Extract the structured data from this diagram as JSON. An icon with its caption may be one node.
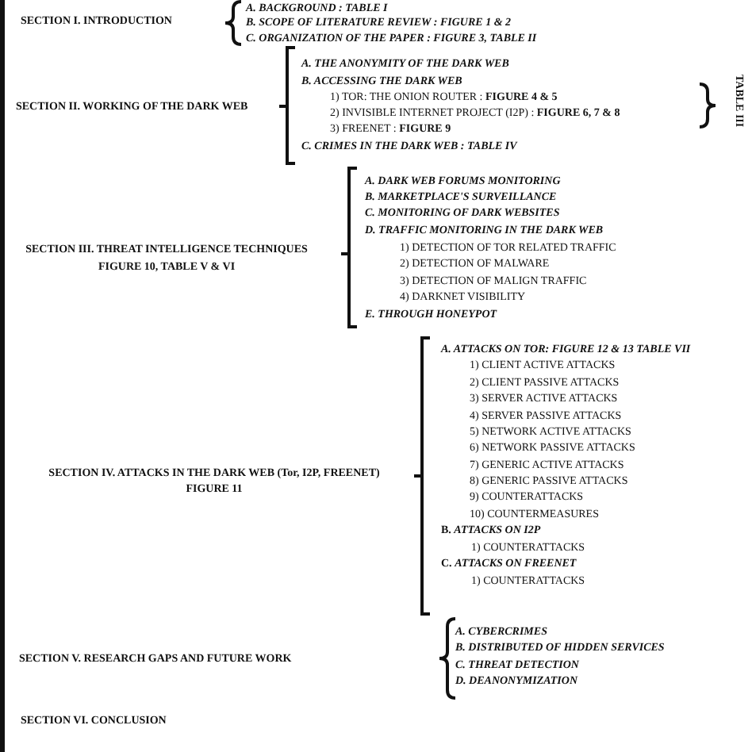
{
  "diagram": {
    "labels": [
      "SECTION I. INTRODUCTION",
      "A. BACKGROUND : TABLE I",
      "B. SCOPE OF LITERATURE REVIEW : FIGURE 1 & 2",
      "C. ORGANIZATION OF THE PAPER : FIGURE 3, TABLE II",
      "SECTION II. WORKING OF THE DARK WEB",
      "A. THE ANONYMITY OF THE DARK WEB",
      "B. ACCESSING THE DARK WEB",
      "1) TOR: THE ONION ROUTER : **FIGURE 4 & 5**",
      "2) INVISIBLE INTERNET PROJECT (I2P) : **FIGURE 6, 7 & 8**",
      "3) FREENET : **FIGURE 9**",
      "C. CRIMES IN THE DARK WEB : TABLE IV",
      "TABLE III",
      "SECTION III. THREAT INTELLIGENCE TECHNIQUES",
      "FIGURE 10, TABLE V & VI",
      "A. DARK WEB FORUMS MONITORING",
      "B. MARKETPLACE'S SURVEILLANCE",
      "C. MONITORING OF DARK WEBSITES",
      "D. TRAFFIC MONITORING IN THE DARK WEB",
      "1) DETECTION OF TOR RELATED TRAFFIC",
      "2) DETECTION OF MALWARE",
      "3) DETECTION OF MALIGN TRAFFIC",
      "4) DARKNET VISIBILITY",
      "E. THROUGH HONEYPOT",
      "SECTION IV. ATTACKS IN THE DARK WEB (Tor, I2P, FREENET)",
      "FIGURE 11",
      "A. ATTACKS ON TOR: FIGURE 12 & 13 TABLE VII",
      "1) CLIENT ACTIVE ATTACKS",
      "2) CLIENT PASSIVE ATTACKS",
      "3) SERVER ACTIVE ATTACKS",
      "4) SERVER PASSIVE ATTACKS",
      "5) NETWORK ACTIVE ATTACKS",
      "6) NETWORK PASSIVE ATTACKS",
      "7) GENERIC ACTIVE ATTACKS",
      "8) GENERIC PASSIVE ATTACKS",
      "9) COUNTERATTACKS",
      "10) COUNTERMEASURES",
      "B. *ATTACKS ON I2P*",
      "1) COUNTERATTACKS",
      "C. *ATTACKS ON FREENET*",
      "1) COUNTERATTACKS",
      "SECTION V. RESEARCH GAPS AND FUTURE WORK",
      "A. CYBERCRIMES",
      "B. DISTRIBUTED OF HIDDEN SERVICES",
      "C. THREAT DETECTION",
      "D. DEANONYMIZATION",
      "SECTION VI. CONCLUSION"
    ]
  }
}
